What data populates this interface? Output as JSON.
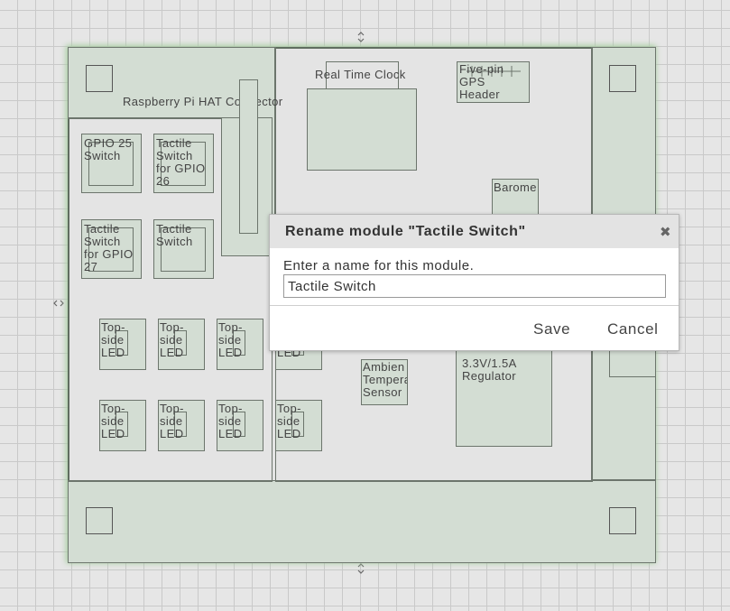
{
  "dialog": {
    "title": "Rename module \"Tactile Switch\"",
    "prompt": "Enter a name for this module.",
    "input_value": "Tactile Switch",
    "save_label": "Save",
    "cancel_label": "Cancel",
    "close_icon": "✖"
  },
  "board": {
    "header_label": "Raspberry Pi HAT Connector",
    "modules": {
      "rtc": "Real Time Clock",
      "gps": "Five-pin\nGPS\nHeader",
      "barometer": "Barome",
      "gpio25": "GPIO 25\nSwitch",
      "gpio26": "Tactile\nSwitch\nfor GPIO\n26",
      "gpio27": "Tactile\nSwitch\nfor GPIO\n27",
      "tactile": "Tactile\nSwitch",
      "ambient": "Ambien\nTempera\nSensor",
      "regulator": "3.3V/1.5A\nRegulator",
      "led_label": "Top-\nside\nLED",
      "led_partial": "LED"
    }
  },
  "controls": {
    "resize_vertical_icon": "⇕",
    "resize_horizontal_icon": "‹›"
  }
}
